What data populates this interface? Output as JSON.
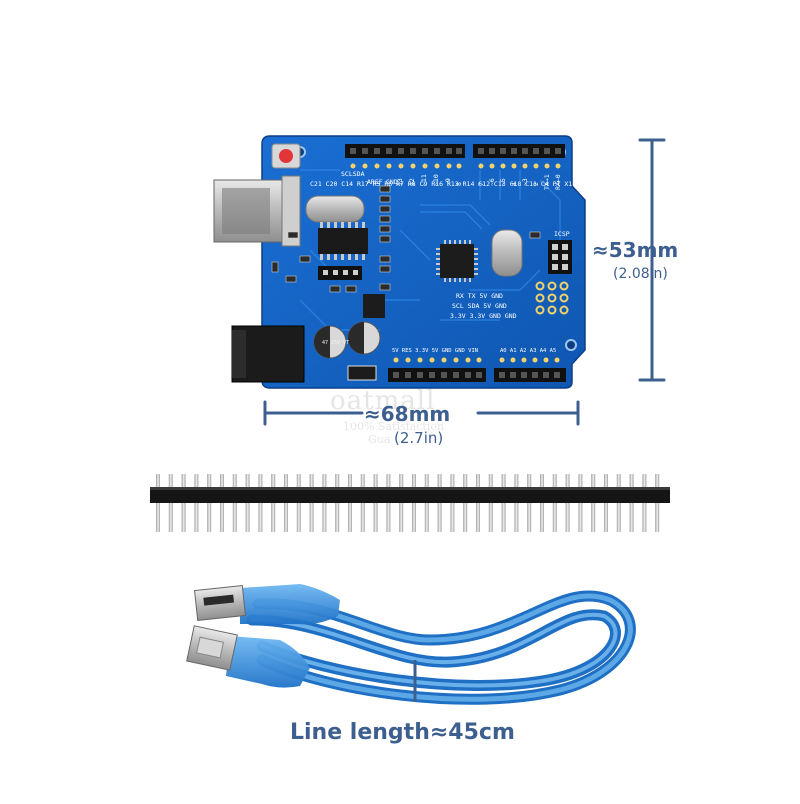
{
  "dimensions": {
    "width_main": "≈68mm",
    "width_sub": "(2.7in)",
    "height_main": "≈53mm",
    "height_sub": "(2.08in)"
  },
  "cable": {
    "label": "Line length≈45cm"
  },
  "watermark": {
    "brand": "oatmall",
    "line1": "100% Satisfaction",
    "line2": "Gua"
  },
  "board": {
    "labels": {
      "scl_sda": "SCLSDA",
      "aref": "AREF",
      "gnd": "GND",
      "d13": "13",
      "d12": "12",
      "d11": "~11",
      "d10": "~10",
      "d9": "~9",
      "d8": "8",
      "d7": "7",
      "d6": "~6",
      "d5": "~5",
      "d4": "4",
      "d3": "~3",
      "d2": "2",
      "tx": "TX→1",
      "rx": "RX←0",
      "icsp": "ICSP",
      "power": "5V RES 3.3V 5V GND GND VIN",
      "analog": "A0 A1 A2 A3 A4 A5",
      "rx_tx_row": "RX  TX  5V  GND",
      "scl_row": "SCL SDA  5V  GND",
      "v33_row": "3.3V 3.3V GND GND",
      "cap_text": "47 25V VT",
      "comp_labels": [
        "C21",
        "C20",
        "C14",
        "R17",
        "R5",
        "R6",
        "R7",
        "R8",
        "C9",
        "R16",
        "R13",
        "R14",
        "C12",
        "C13",
        "C18",
        "C11",
        "C4",
        "PT",
        "X1",
        "GN",
        "R3"
      ]
    }
  },
  "colors": {
    "pcb": "#1565c8",
    "pcb_dark": "#0d4fa3",
    "dimension": "#3d5f8f",
    "header": "#111111",
    "cable": "#2f8de0"
  }
}
